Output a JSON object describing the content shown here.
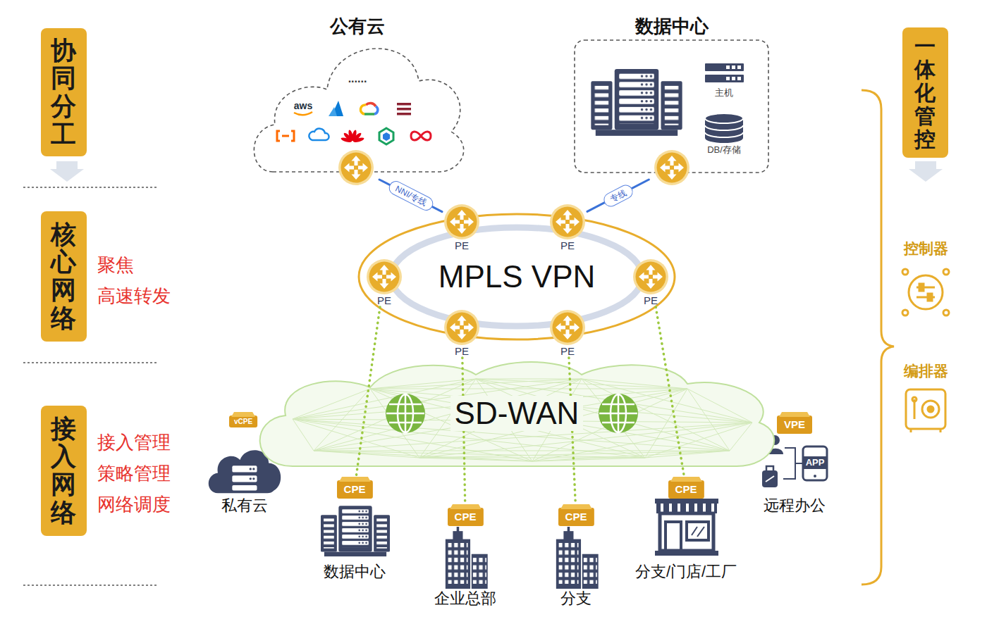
{
  "diagram": {
    "nodes": [
      {
        "text": [
          "协同分工"
        ]
      },
      {
        "text": [
          "公有云",
          "......"
        ]
      },
      {
        "text": [
          "数据中心"
        ]
      },
      {
        "text": [
          "一体化管控"
        ]
      },
      {
        "text": [
          "核心网络"
        ]
      },
      {
        "text": [
          "MPLS VPN"
        ]
      },
      {
        "text": [
          "PE"
        ],
        "in": 5
      },
      {
        "text": [
          "PE"
        ],
        "in": 5
      },
      {
        "text": [
          "PE"
        ],
        "in": 5
      },
      {
        "text": [
          "PE"
        ],
        "in": 5
      },
      {
        "text": [
          "PE"
        ],
        "in": 5
      },
      {
        "text": [
          "PE"
        ],
        "in": 5
      },
      {
        "text": [
          "SD-WAN"
        ]
      },
      {
        "text": [
          "接入网络"
        ]
      },
      {
        "text": [
          "vCPE"
        ]
      },
      {
        "text": [
          "VPE"
        ]
      },
      {
        "text": [
          "CPE"
        ]
      },
      {
        "text": [
          "CPE"
        ]
      },
      {
        "text": [
          "CPE"
        ]
      },
      {
        "text": [
          "CPE"
        ]
      }
    ],
    "edges": [
      {
        "from": 1,
        "to": 6,
        "label": "NNI/专线",
        "arrow": "none"
      },
      {
        "from": 2,
        "to": 7,
        "label": "专线",
        "arrow": "none"
      },
      {
        "from": 8,
        "to": 16,
        "arrow": "none"
      },
      {
        "from": 10,
        "to": 17,
        "arrow": "none"
      },
      {
        "from": 11,
        "to": 18,
        "arrow": "none"
      },
      {
        "from": 9,
        "to": 19,
        "arrow": "none"
      }
    ],
    "labels": [
      "聚焦",
      "高速转发",
      "接入管理",
      "策略管理",
      "网络调度",
      "aws",
      "主机",
      "DB/存储",
      "控制器",
      "编排器",
      "私有云",
      "APP",
      "远程办公",
      "数据中心",
      "企业总部",
      "分支",
      "分支/门店/工厂"
    ]
  }
}
